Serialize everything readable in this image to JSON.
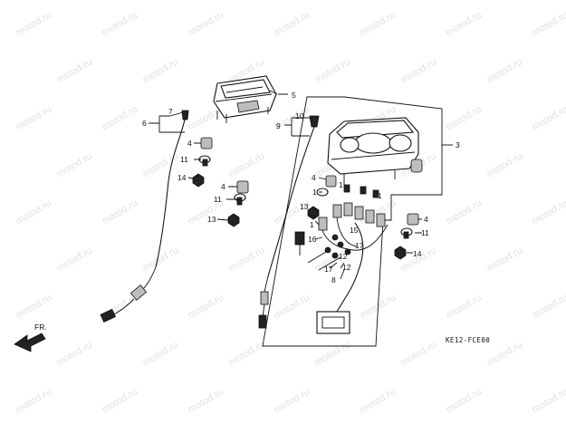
{
  "watermark": {
    "text": "motod.ru"
  },
  "callouts": {
    "c1": "1",
    "c2": "1",
    "c3": "1",
    "c4": "1",
    "c5": "3",
    "c6": "4",
    "c7": "4",
    "c8": "4",
    "c9": "5",
    "c10": "6",
    "c11": "7",
    "c12": "8",
    "c13": "9",
    "c14": "10",
    "c15": "11",
    "c16": "11",
    "c17": "11",
    "c18": "12",
    "c19": "12",
    "c20": "13",
    "c21": "13",
    "c22": "14",
    "c23": "14",
    "c24": "15",
    "c25": "16",
    "c26": "17",
    "c27": "17"
  },
  "direction_label": "FR.",
  "diagram_code": "KE12-FCE00"
}
